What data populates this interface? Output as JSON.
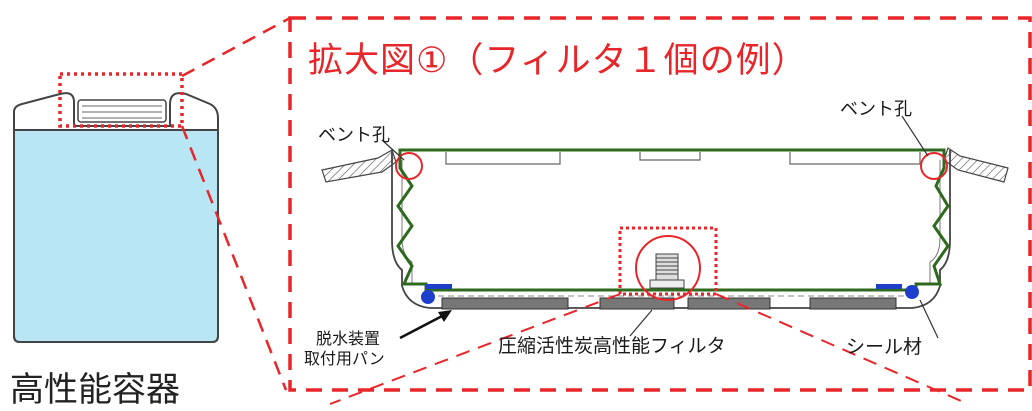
{
  "container": {
    "label": "高性能容器",
    "liquid_color": "#b9e6f5",
    "outline_color": "#444444"
  },
  "detail": {
    "title": "拡大図①（フィルタ１個の例）",
    "accent_color": "#e8262a",
    "seal_color": "#2d6a1e",
    "labels": {
      "vent_left": "ベント孔",
      "vent_right": "ベント孔",
      "pan": [
        "脱水装置",
        "取付用パン"
      ],
      "filter": "圧縮活性炭高性能フィルタ",
      "seal": "シール材"
    }
  }
}
